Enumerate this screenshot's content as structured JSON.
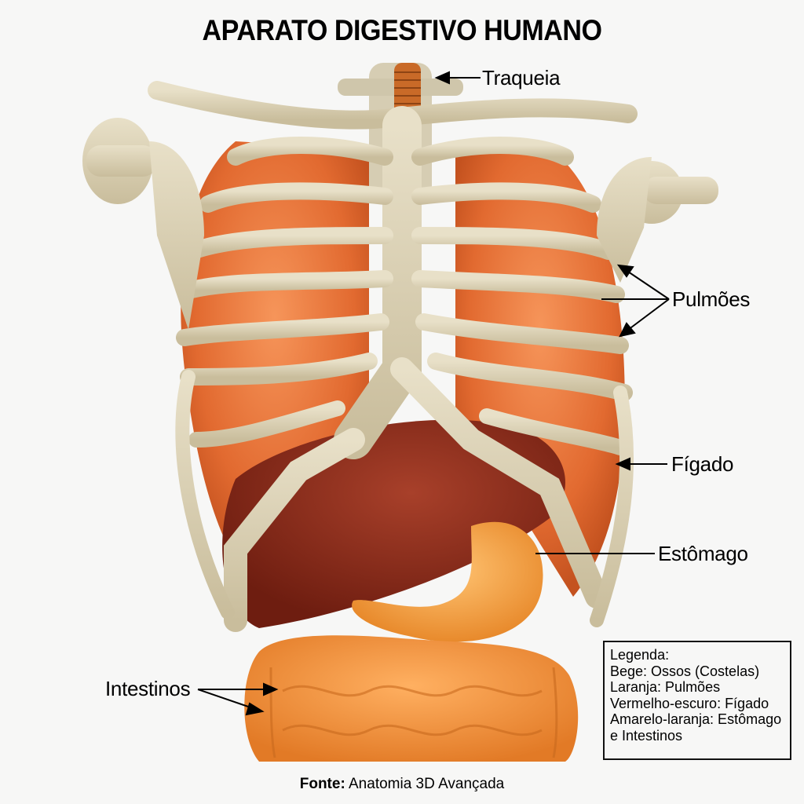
{
  "title": "APARATO DIGESTIVO HUMANO",
  "labels": {
    "trachea": "Traqueia",
    "lungs": "Pulmões",
    "liver": "Fígado",
    "stomach": "Estômago",
    "intestines": "Intestinos"
  },
  "legend": {
    "heading": "Legenda:",
    "items": [
      "Bege: Ossos (Costelas)",
      "Laranja: Pulmões",
      "Vermelho-escuro: Fígado",
      "Amarelo-laranja: Estômago",
      "e Intestinos"
    ]
  },
  "source": {
    "prefix": "Fonte:",
    "text": " Anatomia 3D Avançada"
  },
  "colors": {
    "bone": "#d8cdb0",
    "lung": "#e8743a",
    "liver": "#8a2a1a",
    "stomach": "#f4a64a",
    "intestine": "#f19a3e",
    "background": "#f7f7f6"
  }
}
